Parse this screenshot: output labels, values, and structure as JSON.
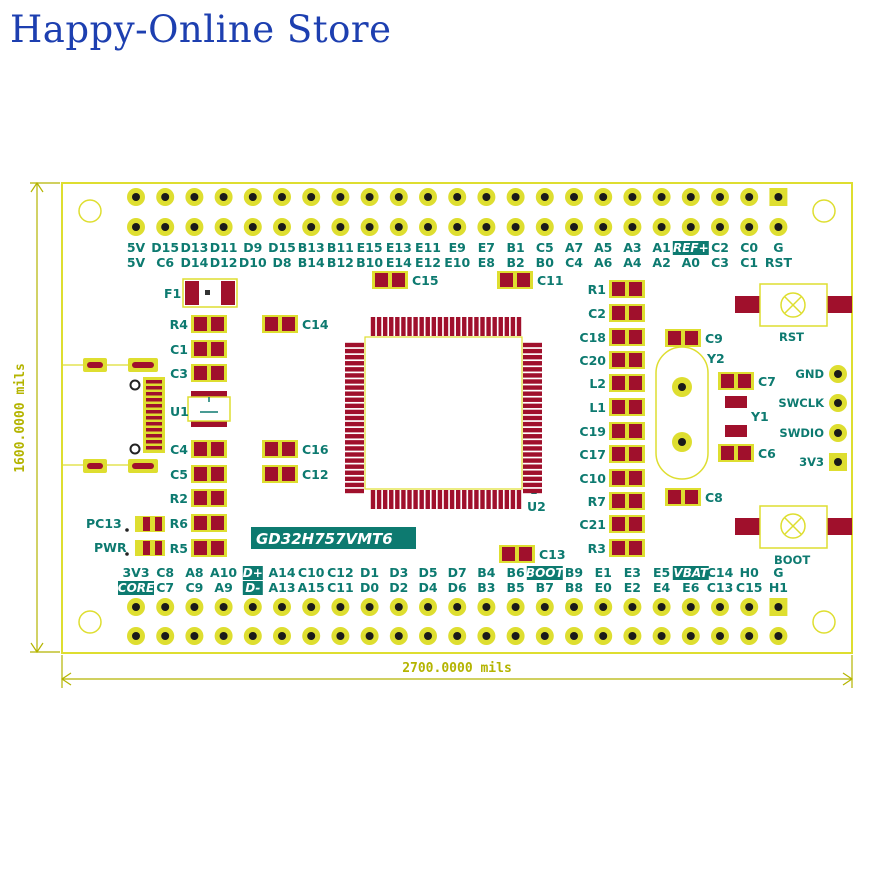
{
  "store_title": "Happy-Online Store",
  "colors": {
    "board_outline": "#dede30",
    "pad_red": "#a0102c",
    "hole_gold": "#e8be18",
    "silkscreen": "#0d7a70",
    "dimension": "#b4b400",
    "title": "#1d3fb0"
  },
  "dimensions": {
    "height_label": "1600.0000 mils",
    "width_label": "2700.0000 mils"
  },
  "mcu_label": "GD32H757VMT6",
  "top_header": {
    "row1": [
      "5V",
      "D15",
      "D13",
      "D11",
      "D9",
      "D15",
      "B13",
      "B11",
      "E15",
      "E13",
      "E11",
      "E9",
      "E7",
      "B1",
      "C5",
      "A7",
      "A5",
      "A3",
      "A1",
      "REF+",
      "C2",
      "C0",
      "G"
    ],
    "row2": [
      "5V",
      "C6",
      "D14",
      "D12",
      "D10",
      "D8",
      "B14",
      "B12",
      "B10",
      "E14",
      "E12",
      "E10",
      "E8",
      "B2",
      "B0",
      "C4",
      "A6",
      "A4",
      "A2",
      "A0",
      "C3",
      "C1",
      "RST"
    ]
  },
  "bottom_header": {
    "row1": [
      "3V3",
      "C8",
      "A8",
      "A10",
      "D+",
      "A14",
      "C10",
      "C12",
      "D1",
      "D3",
      "D5",
      "D7",
      "B4",
      "B6",
      "BOOT",
      "B9",
      "E1",
      "E3",
      "E5",
      "VBAT",
      "C14",
      "H0",
      "G"
    ],
    "row2": [
      "CORE",
      "C7",
      "C9",
      "A9",
      "D-",
      "A13",
      "A15",
      "C11",
      "D0",
      "D2",
      "D4",
      "D6",
      "B3",
      "B5",
      "B7",
      "B8",
      "E0",
      "E2",
      "E4",
      "E6",
      "C13",
      "C15",
      "H1"
    ]
  },
  "components": {
    "left": [
      "F1",
      "R4",
      "C1",
      "C3",
      "U1",
      "C4",
      "C5",
      "R2",
      "R6",
      "R5"
    ],
    "leds": [
      "PC13",
      "PWR"
    ],
    "center": [
      "C14",
      "C16",
      "C12",
      "C15",
      "C11",
      "C13",
      "U2"
    ],
    "right": [
      "R1",
      "C2",
      "C18",
      "C20",
      "L2",
      "L1",
      "C19",
      "C17",
      "C10",
      "R7",
      "C21",
      "R3"
    ],
    "crystal": [
      "C9",
      "Y2",
      "C7",
      "Y1",
      "C6",
      "C8"
    ],
    "buttons": [
      "RST",
      "BOOT"
    ],
    "swd": [
      "GND",
      "SWCLK",
      "SWDIO",
      "3V3"
    ]
  }
}
